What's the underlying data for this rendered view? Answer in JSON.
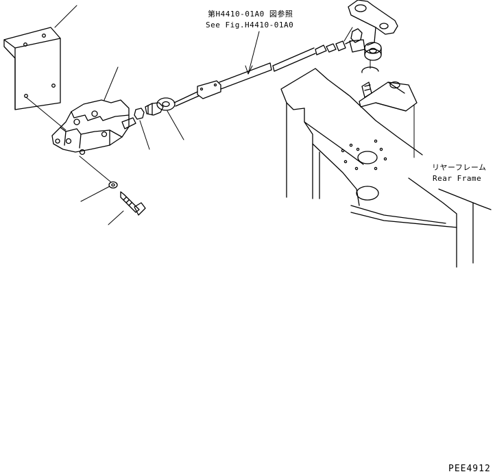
{
  "reference": {
    "japanese": "第H4410-01A0 図参照",
    "english": "See Fig.H4410-01A0"
  },
  "rear_frame": {
    "japanese": "リヤーフレーム",
    "english": "Rear Frame"
  },
  "drawing_id": "PEE4912"
}
